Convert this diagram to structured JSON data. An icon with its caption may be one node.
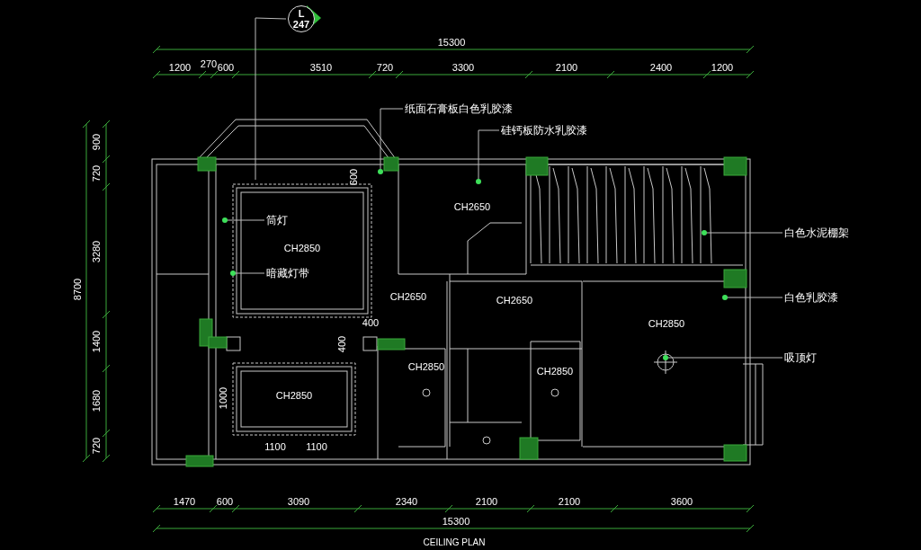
{
  "diagram": {
    "caption": "CEILING PLAN",
    "nodes": [
      {
        "text": [
          "L",
          "247"
        ]
      },
      {
        "text": [
          "纸面石膏板白色乳胶漆"
        ]
      },
      {
        "text": [
          "硅钙板防水乳胶漆"
        ]
      },
      {
        "text": [
          "筒灯"
        ]
      },
      {
        "text": [
          "暗藏灯带"
        ]
      },
      {
        "text": [
          "白色水泥棚架"
        ]
      },
      {
        "text": [
          "白色乳胶漆"
        ]
      },
      {
        "text": [
          "吸顶灯"
        ]
      }
    ],
    "edges": [
      {
        "from": 0,
        "to": null,
        "arrow": "none"
      },
      {
        "from": 1,
        "to": null,
        "arrow": "other"
      },
      {
        "from": 2,
        "to": null,
        "arrow": "other"
      },
      {
        "from": 3,
        "to": null,
        "arrow": "other"
      },
      {
        "from": 4,
        "to": null,
        "arrow": "other"
      },
      {
        "from": 5,
        "to": null,
        "arrow": "other"
      },
      {
        "from": 6,
        "to": null,
        "arrow": "other"
      },
      {
        "from": 7,
        "to": null,
        "arrow": "other"
      }
    ],
    "labels": [
      "15300",
      "1200",
      "270",
      "600",
      "3510",
      "720",
      "3300",
      "2100",
      "2400",
      "1200",
      "900",
      "720",
      "3280",
      "1400",
      "1680",
      "720",
      "8700",
      "600",
      "CH2850",
      "CH2650",
      "CH2650",
      "CH2650",
      "400",
      "CH2850",
      "400",
      "CH2850",
      "CH2850",
      "1000",
      "CH2850",
      "1100",
      "1100",
      "1470",
      "600",
      "3090",
      "2340",
      "2100",
      "2100",
      "3600",
      "15300"
    ]
  }
}
